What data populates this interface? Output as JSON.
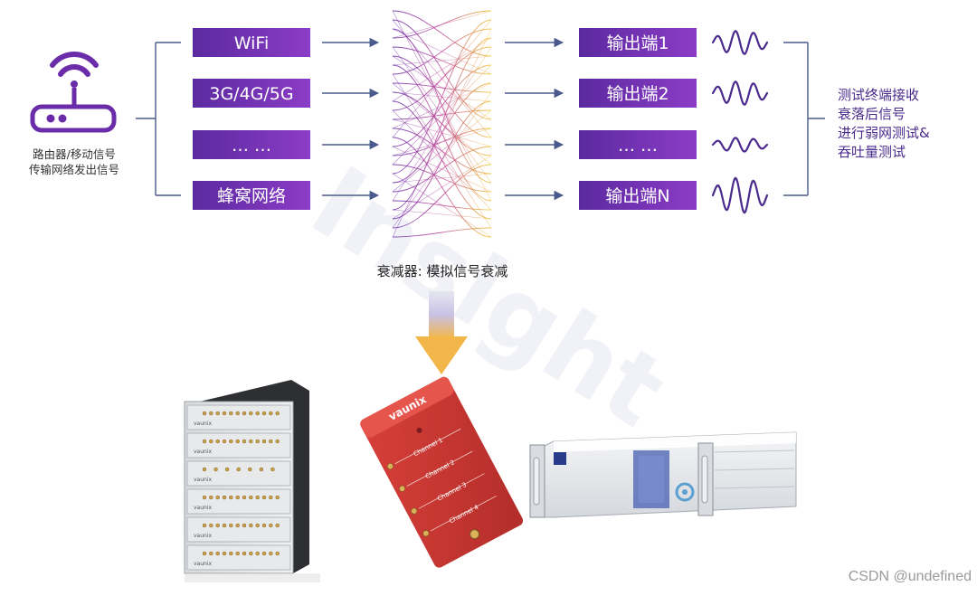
{
  "source": {
    "caption_line1": "路由器/移动信号",
    "caption_line2": "传输网络发出信号"
  },
  "inputs": [
    {
      "label": "WiFi"
    },
    {
      "label": "3G/4G/5G"
    },
    {
      "label": "… …"
    },
    {
      "label": "蜂窝网络"
    }
  ],
  "attenuator": {
    "caption": "衰减器: 模拟信号衰减"
  },
  "outputs": [
    {
      "label": "输出端1",
      "wave_amplitude": 1.0
    },
    {
      "label": "输出端2",
      "wave_amplitude": 1.0
    },
    {
      "label": "… …",
      "wave_amplitude": 0.6
    },
    {
      "label": "输出端N",
      "wave_amplitude": 1.5
    }
  ],
  "result": {
    "line1": "测试终端接收",
    "line2": "衰落后信号",
    "line3": "进行弱网测试&",
    "line4": "吞吐量测试"
  },
  "devices": {
    "rack_brand": "vaunix",
    "module_brand": "vaunix",
    "module_channels": [
      "Channel 1",
      "Channel 2",
      "Channel 3",
      "Channel 4"
    ]
  },
  "watermark": "CSDN @undefined",
  "colors": {
    "box_start": "#5b2aa0",
    "box_end": "#8a3bc4",
    "wave": "#4a2a8c",
    "arrow": "#4a5a8a",
    "line": "#4a5a8a",
    "mesh_left": "#6a2ca8",
    "mesh_right": "#f2c230"
  }
}
